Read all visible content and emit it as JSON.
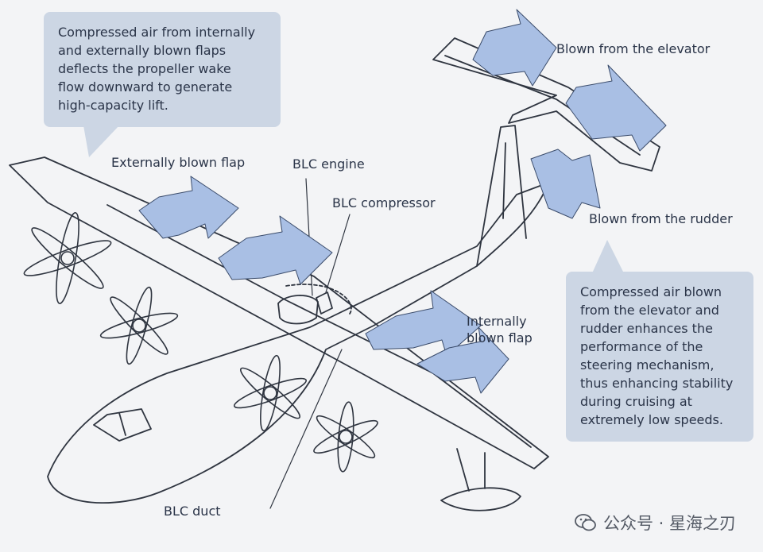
{
  "callouts": {
    "lift_note": "Compressed air from internally\nand externally blown flaps\ndeflects the propeller wake\nflow downward to generate\nhigh-capacity lift.",
    "tail_note": "Compressed air blown\nfrom the elevator and\nrudder enhances the\nperformance of the\nsteering mechanism,\nthus enhancing stability\nduring cruising at\nextremely low speeds."
  },
  "labels": {
    "externally_blown_flap": "Externally blown flap",
    "blc_engine": "BLC engine",
    "blc_compressor": "BLC compressor",
    "blown_from_elevator": "Blown from the elevator",
    "blown_from_rudder": "Blown from the rudder",
    "internally_blown_flap": "Internally\nblown flap",
    "blc_duct": "BLC duct"
  },
  "watermark": {
    "text": "公众号 · 星海之刃"
  },
  "colors": {
    "callout_bg": "#ccd6e4",
    "airflow": "#a9bfe4",
    "airflow_stroke": "#3b4c6b",
    "line": "#2f3540"
  }
}
